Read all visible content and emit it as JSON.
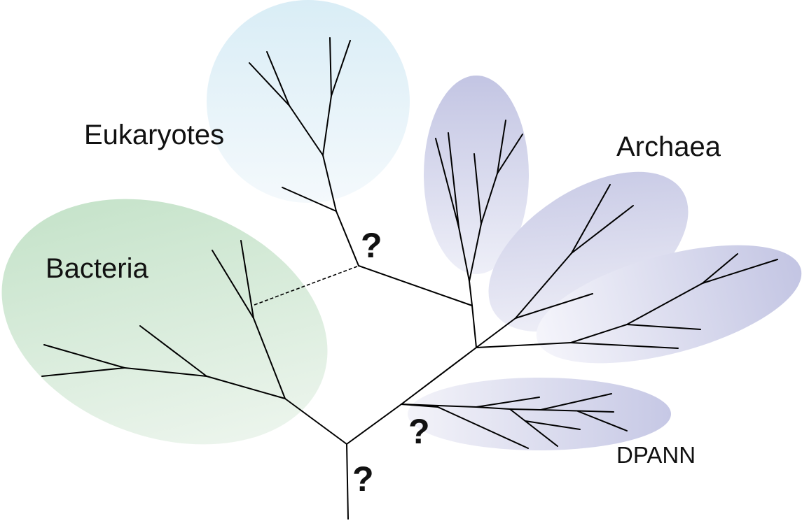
{
  "groups": {
    "eukaryotes": {
      "label": "Eukaryotes",
      "color": "#dcecf6"
    },
    "archaea": {
      "label": "Archaea",
      "color": "#c7c9e6"
    },
    "bacteria": {
      "label": "Bacteria",
      "color": "#c8e4cc"
    },
    "dpann": {
      "label": "DPANN",
      "color": "#c7c9e6"
    }
  },
  "uncertain_nodes": {
    "eukaryote_origin": "?",
    "dpann_origin": "?",
    "root": "?"
  }
}
